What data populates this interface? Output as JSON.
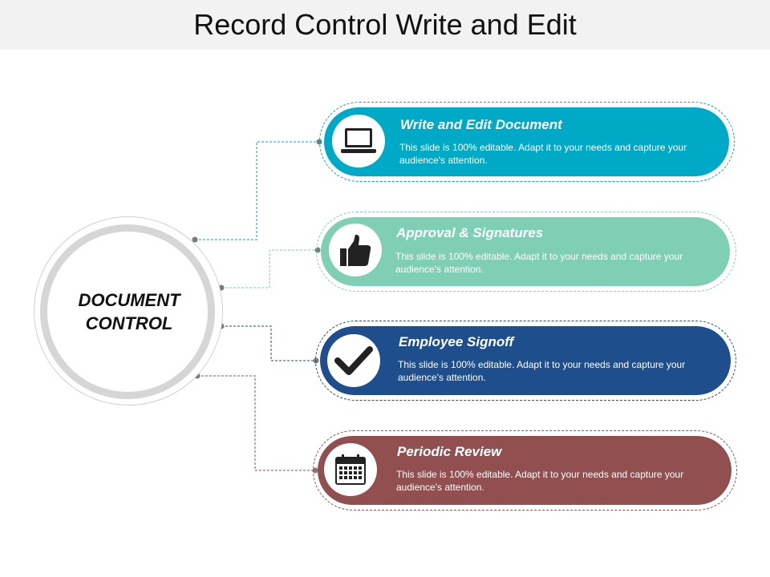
{
  "title": "Record Control Write and Edit",
  "hub": {
    "line1": "DOCUMENT",
    "line2": "CONTROL"
  },
  "items": [
    {
      "title": "Write and Edit Document",
      "desc": "This slide is 100% editable. Adapt it to your needs and capture your audience's attention.",
      "color": "#00aac6",
      "icon": "laptop-icon"
    },
    {
      "title": "Approval & Signatures",
      "desc": "This slide is 100% editable. Adapt it to your needs and capture your audience's attention.",
      "color": "#7ecfb3",
      "icon": "thumbs-up-icon"
    },
    {
      "title": "Employee Signoff",
      "desc": "This slide is 100% editable. Adapt it to your needs and capture your audience's attention.",
      "color": "#1e4e8c",
      "icon": "checkmark-icon"
    },
    {
      "title": "Periodic Review",
      "desc": "This slide is 100% editable. Adapt it to your needs and capture your audience's attention.",
      "color": "#924f4f",
      "icon": "calendar-icon"
    }
  ]
}
